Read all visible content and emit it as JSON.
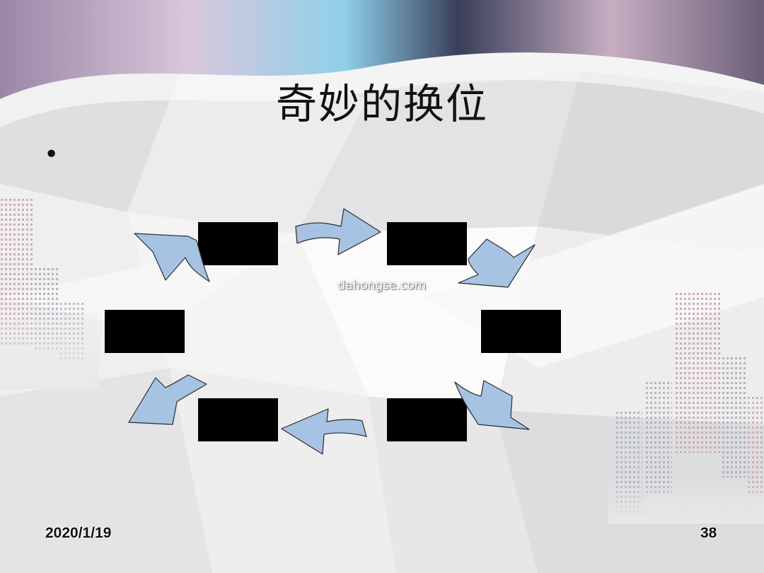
{
  "slide": {
    "title": "奇妙的换位",
    "bullet": "•",
    "watermark": "dahongse.com",
    "date": "2020/1/19",
    "page_number": "38"
  },
  "colors": {
    "arrow_fill": "#a7c3e4",
    "arrow_stroke": "#2b2b2b",
    "box_fill": "#000000",
    "title_text": "#111111"
  },
  "diagram": {
    "box_count": 6,
    "arrow_count": 6,
    "flow": "clockwise"
  }
}
